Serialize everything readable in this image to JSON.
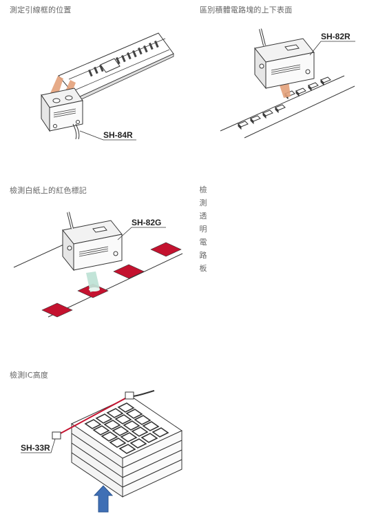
{
  "captions": {
    "lead_frame": "測定引線框的位置",
    "pcb_chips": "區別積體電路塊的上下表面",
    "white_paper": "檢測白紙上的紅色標記",
    "ic_height": "檢測IC高度"
  },
  "vertical_caption": [
    "檢",
    "測",
    "透",
    "明",
    "電",
    "路",
    "板"
  ],
  "model_labels": {
    "lead_frame": "SH-84R",
    "pcb_chips": "SH-82R",
    "white_paper": "SH-82G",
    "ic_height": "SH-33R"
  },
  "colors": {
    "red_mark": "#c4122f",
    "arrow_blue": "#3f6fb5",
    "beam_orange": "#e3a17a",
    "beam_green": "#bfe3d6"
  }
}
